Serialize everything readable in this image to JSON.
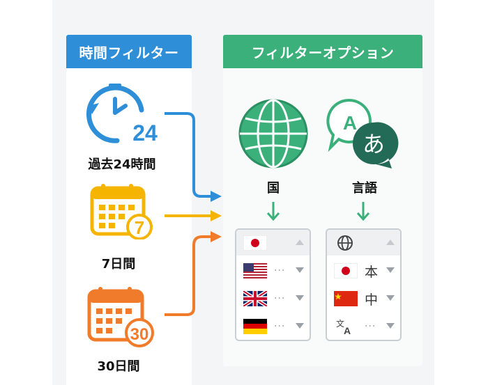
{
  "time_filter": {
    "title": "時間フィルター",
    "items": [
      {
        "label": "過去24時間",
        "icon": "clock-24-icon",
        "badge": "24",
        "color": "#2e8fd8"
      },
      {
        "label": "7日間",
        "icon": "calendar-7-icon",
        "badge": "7",
        "color": "#f4b400"
      },
      {
        "label": "30日間",
        "icon": "calendar-30-icon",
        "badge": "30",
        "color": "#f07b2b"
      }
    ]
  },
  "filter_options": {
    "title": "フィルターオプション",
    "country": {
      "label": "国",
      "icon": "globe-icon",
      "rows": [
        {
          "icon": "japan-flag-icon",
          "text": ""
        },
        {
          "icon": "usa-flag-icon",
          "text": "···"
        },
        {
          "icon": "uk-flag-icon",
          "text": "···"
        },
        {
          "icon": "germany-flag-icon",
          "text": "···"
        }
      ]
    },
    "language": {
      "label": "言語",
      "icon": "translate-bubble-icon",
      "bubble_a": "A",
      "bubble_jp": "あ",
      "rows": [
        {
          "icon": "globe-small-icon",
          "text": ""
        },
        {
          "icon": "japan-flag-icon",
          "text": "本"
        },
        {
          "icon": "china-flag-icon",
          "text": "中"
        },
        {
          "icon": "translate-small-icon",
          "text": "···"
        }
      ]
    }
  },
  "colors": {
    "blue": "#2e8fd8",
    "green": "#3bb07b",
    "yellow": "#f4b400",
    "orange": "#f07b2b"
  }
}
